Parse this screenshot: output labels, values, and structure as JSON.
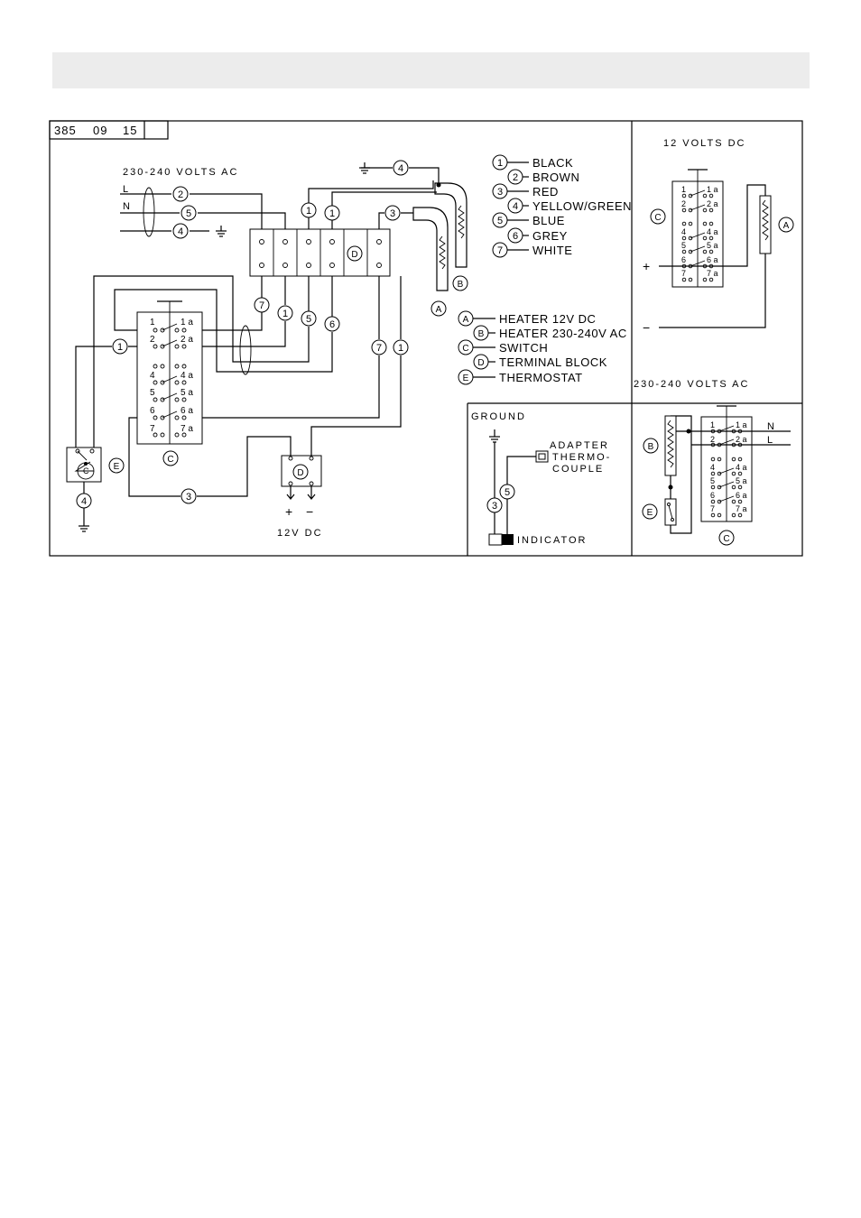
{
  "diagram_code": [
    "385",
    "09",
    "15"
  ],
  "main": {
    "ac_title": "230-240 VOLTS AC",
    "line_L": "L",
    "line_N": "N",
    "dc_label": "12V DC",
    "dc_plus": "+",
    "dc_minus": "−"
  },
  "wire_legend": [
    {
      "num": "1",
      "color": "BLACK"
    },
    {
      "num": "2",
      "color": "BROWN"
    },
    {
      "num": "3",
      "color": "RED"
    },
    {
      "num": "4",
      "color": "YELLOW/GREEN"
    },
    {
      "num": "5",
      "color": "BLUE"
    },
    {
      "num": "6",
      "color": "GREY"
    },
    {
      "num": "7",
      "color": "WHITE"
    }
  ],
  "component_legend": [
    {
      "code": "A",
      "name": "HEATER 12V DC"
    },
    {
      "code": "B",
      "name": "HEATER 230-240V AC"
    },
    {
      "code": "C",
      "name": "SWITCH"
    },
    {
      "code": "D",
      "name": "TERMINAL BLOCK"
    },
    {
      "code": "E",
      "name": "THERMOSTAT"
    }
  ],
  "switch_pins": {
    "left": [
      "1",
      "2",
      "4",
      "5",
      "6",
      "7"
    ],
    "right": [
      "1 a",
      "2 a",
      "4 a",
      "5 a",
      "6 a",
      "7 a"
    ]
  },
  "dc_panel": {
    "title": "12 VOLTS DC",
    "plus": "+",
    "minus": "−"
  },
  "ac_panel": {
    "title": "230-240 VOLTS AC",
    "line_N": "N",
    "line_L": "L"
  },
  "ground_panel": {
    "ground_label": "GROUND",
    "adapter_label": [
      "ADAPTER",
      "THERMO-",
      "COUPLE"
    ],
    "indicator_label": "INDICATOR"
  },
  "thermostat_letter": "C"
}
